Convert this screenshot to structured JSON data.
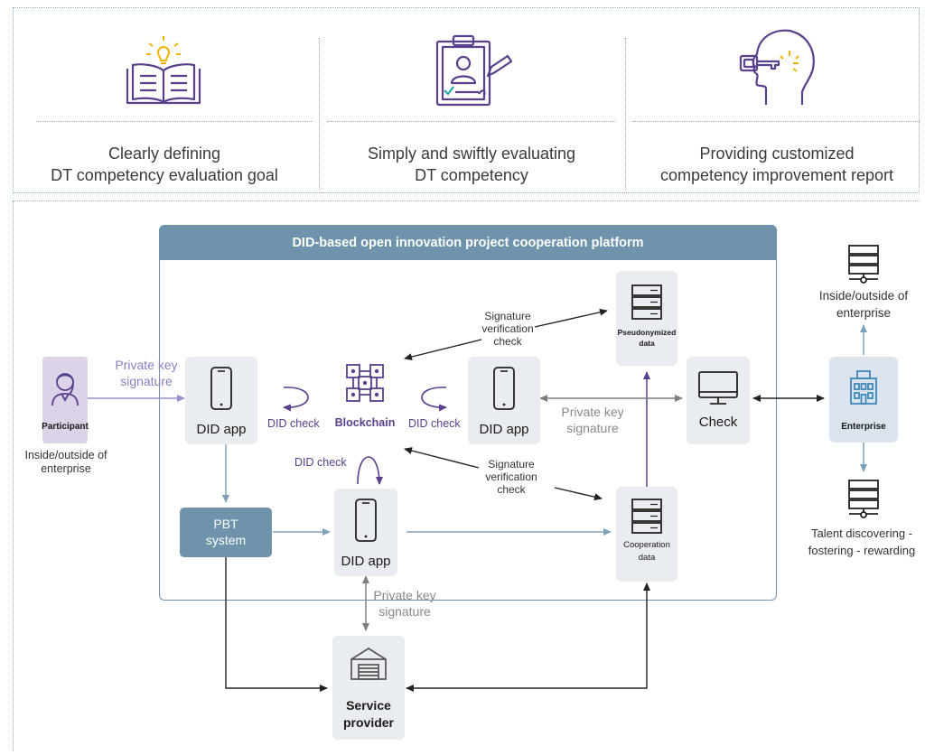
{
  "goals": [
    {
      "line1": "Clearly defining",
      "line2": "DT competency evaluation goal",
      "icon": "open-book-lightbulb-icon"
    },
    {
      "line1": "Simply and swiftly evaluating",
      "line2": "DT competency",
      "icon": "clipboard-evaluation-icon"
    },
    {
      "line1": "Providing customized",
      "line2": "competency improvement report",
      "icon": "head-key-icon"
    }
  ],
  "platform": {
    "title": "DID-based open innovation project cooperation platform"
  },
  "participant": {
    "label": "Participant",
    "caption_line1": "Inside/outside of",
    "caption_line2": "enterprise"
  },
  "private_key_top": {
    "line1": "Private key",
    "line2": "signature"
  },
  "did_app_left": "DID app",
  "did_app_right": "DID app",
  "did_app_bottom": "DID app",
  "blockchain": "Blockchain",
  "did_check_left": "DID check",
  "did_check_right": "DID check",
  "did_check_bottom": "DID check",
  "sig_check_top": {
    "line1": "Signature",
    "line2": "verification",
    "line3": "check"
  },
  "sig_check_bottom": {
    "line1": "Signature",
    "line2": "verification",
    "line3": "check"
  },
  "pseudonymized": {
    "line1": "Pseudonymized",
    "line2": "data"
  },
  "cooperation": {
    "line1": "Cooperation",
    "line2": "data"
  },
  "check": "Check",
  "private_key_middle": {
    "line1": "Private key",
    "line2": "signature"
  },
  "private_key_bottom": {
    "line1": "Private key",
    "line2": "signature"
  },
  "pbt": {
    "line1": "PBT",
    "line2": "system"
  },
  "service_provider": {
    "line1": "Service",
    "line2": "provider"
  },
  "enterprise": "Enterprise",
  "server_top_caption": {
    "line1": "Inside/outside of",
    "line2": "enterprise"
  },
  "server_bottom_caption": {
    "line1": "Talent discovering -",
    "line2": "fostering - rewarding"
  },
  "colors": {
    "primary": "#6f93ab",
    "accent_purple": "#5a3f8c",
    "card": "#e9ecf0",
    "participant": "#dcd3e8",
    "enterprise": "#dbe3ec"
  }
}
